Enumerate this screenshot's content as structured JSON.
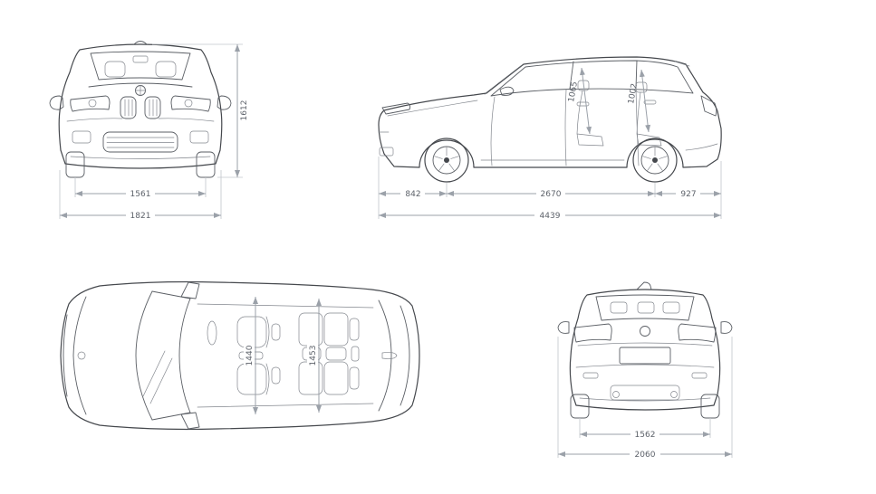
{
  "diagram": {
    "front": {
      "height": "1612",
      "track": "1561",
      "width": "1821"
    },
    "side": {
      "headroom_front": "1065",
      "headroom_rear": "1002",
      "front_overhang": "842",
      "wheelbase": "2670",
      "rear_overhang": "927",
      "length": "4439"
    },
    "top": {
      "width_front": "1440",
      "width_rear": "1453"
    },
    "rear": {
      "track": "1562",
      "width_mirrors": "2060"
    }
  },
  "colors": {
    "line": "#45484d",
    "dimension": "#9ba1a9",
    "label": "#5d626a",
    "background": "#ffffff"
  }
}
